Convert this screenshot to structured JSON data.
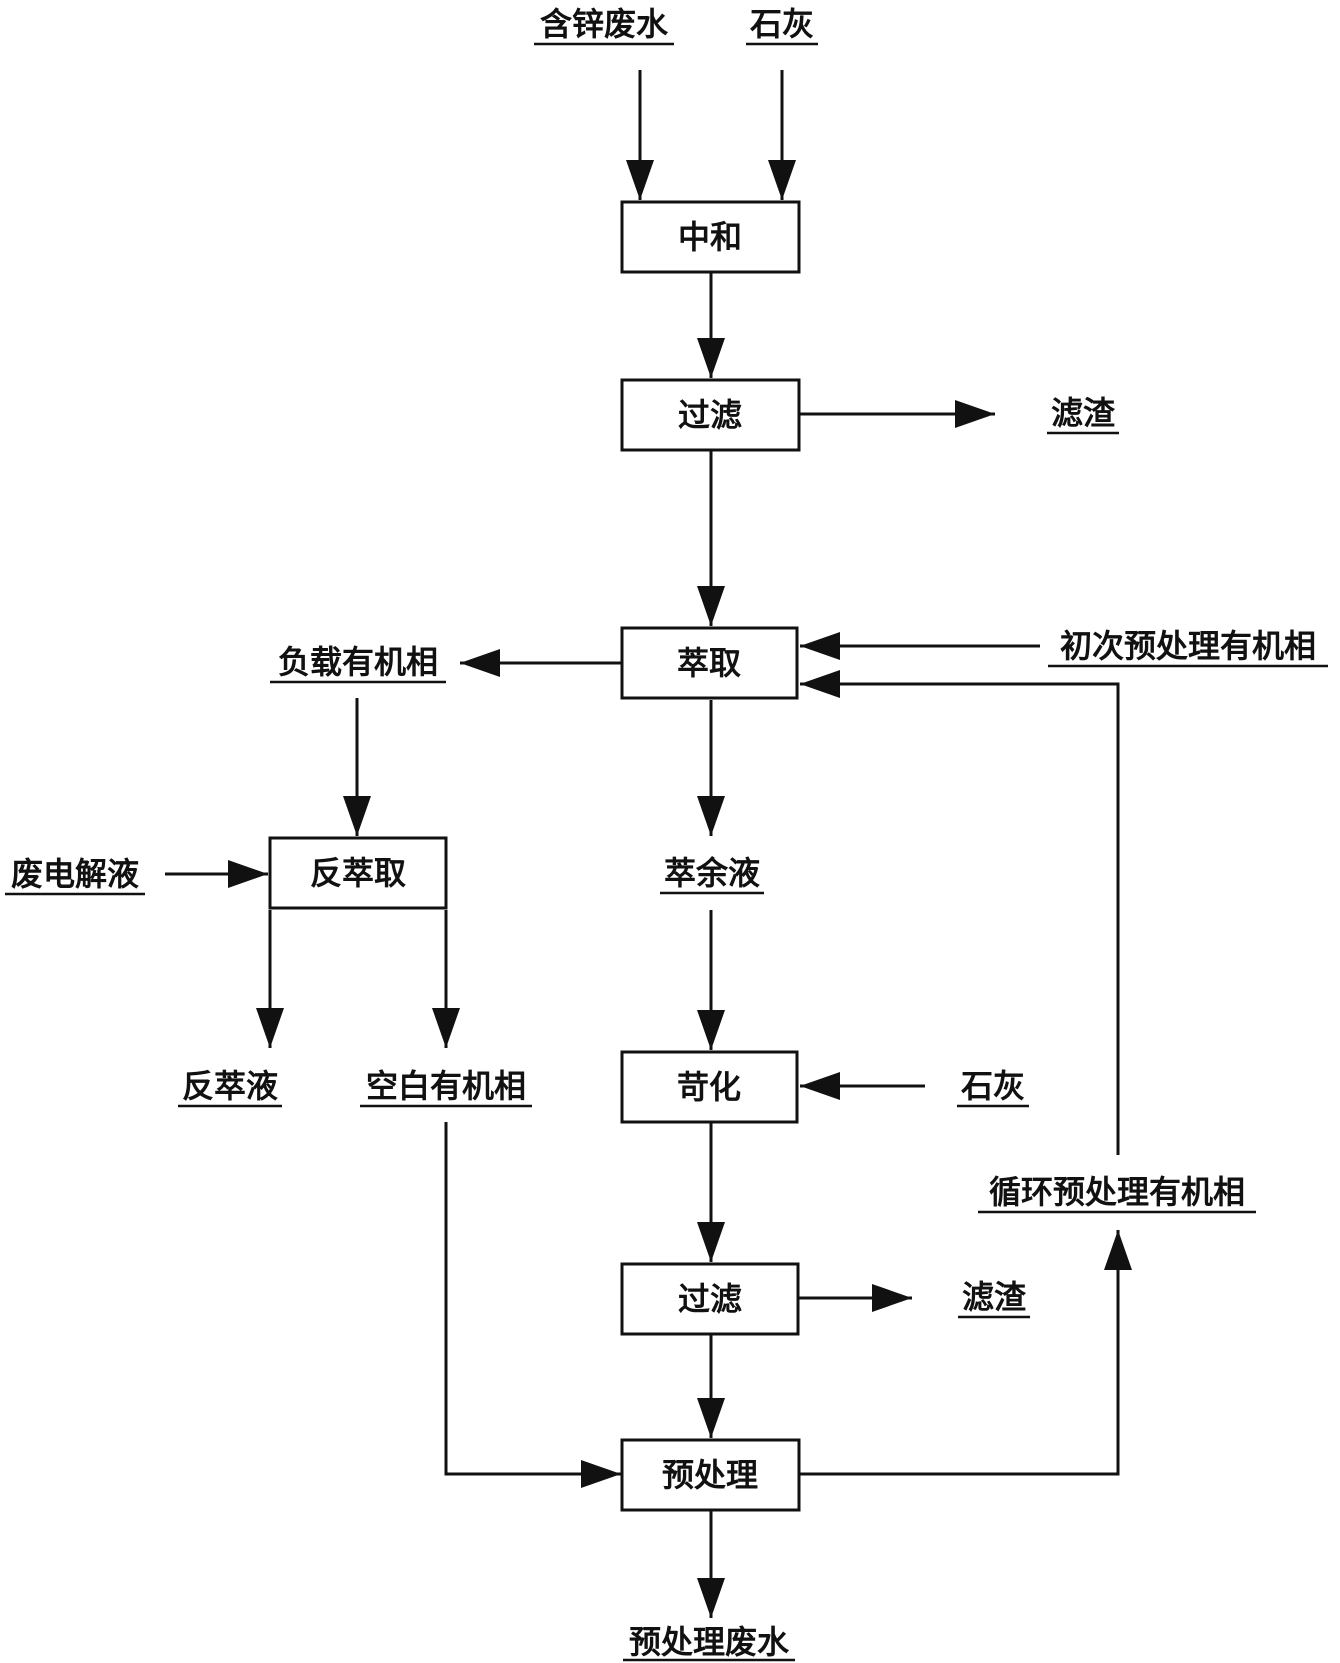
{
  "boxes": {
    "neutralize": "中和",
    "filter1": "过滤",
    "extract": "萃取",
    "strip": "反萃取",
    "causticize": "苛化",
    "filter2": "过滤",
    "pretreat": "预处理"
  },
  "labels": {
    "zinc_wastewater": "含锌废水",
    "lime_top": "石灰",
    "residue1": "滤渣",
    "loaded_organic": "负载有机相",
    "initial_pretreated_organic": "初次预处理有机相",
    "spent_electrolyte": "废电解液",
    "raffinate": "萃余液",
    "strip_liquor": "反萃液",
    "blank_organic": "空白有机相",
    "lime_mid": "石灰",
    "recycled_pretreated_organic": "循环预处理有机相",
    "residue2": "滤渣",
    "pretreated_wastewater": "预处理废水"
  }
}
